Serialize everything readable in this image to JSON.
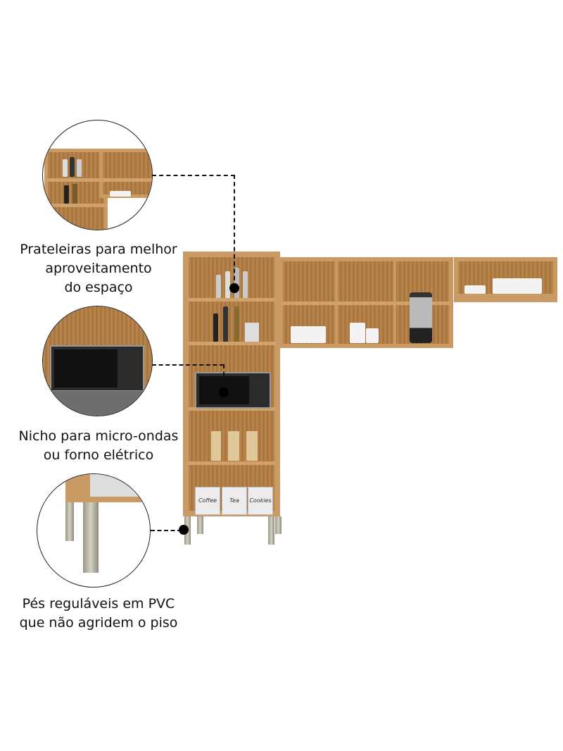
{
  "callouts": [
    {
      "text_lines": [
        "Prateleiras para melhor",
        "aproveitamento",
        "do espaço"
      ]
    },
    {
      "text_lines": [
        "Nicho para micro-ondas",
        "ou forno elétrico"
      ]
    },
    {
      "text_lines": [
        "Pés reguláveis em PVC",
        "que não agridem o piso"
      ]
    }
  ],
  "canisters": [
    "Coffee",
    "Tea",
    "Cookies"
  ],
  "colors": {
    "wood": "#c99a63",
    "wood_dark": "#a9763f",
    "line": "#111111"
  }
}
